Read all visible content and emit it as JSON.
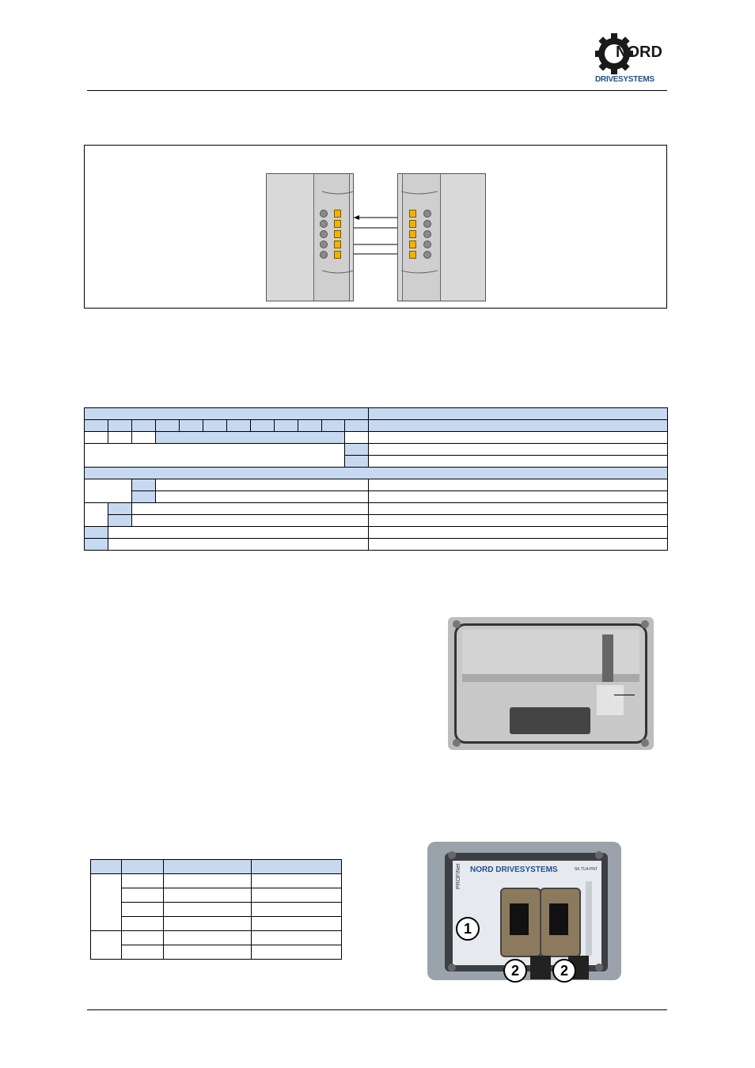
{
  "header": {
    "brand_name": "NORD",
    "brand_tagline": "DRIVESYSTEMS"
  },
  "device_photo": {
    "brand_label": "NORD DRIVESYSTEMS",
    "model_label": "SK TU4-PNT",
    "side_label": "PROFINet",
    "callouts": [
      "1",
      "2",
      "2"
    ]
  },
  "colors": {
    "table_header": "#c6d9f1",
    "terminal": "#f0b400",
    "brand_blue": "#1f4f8f"
  }
}
